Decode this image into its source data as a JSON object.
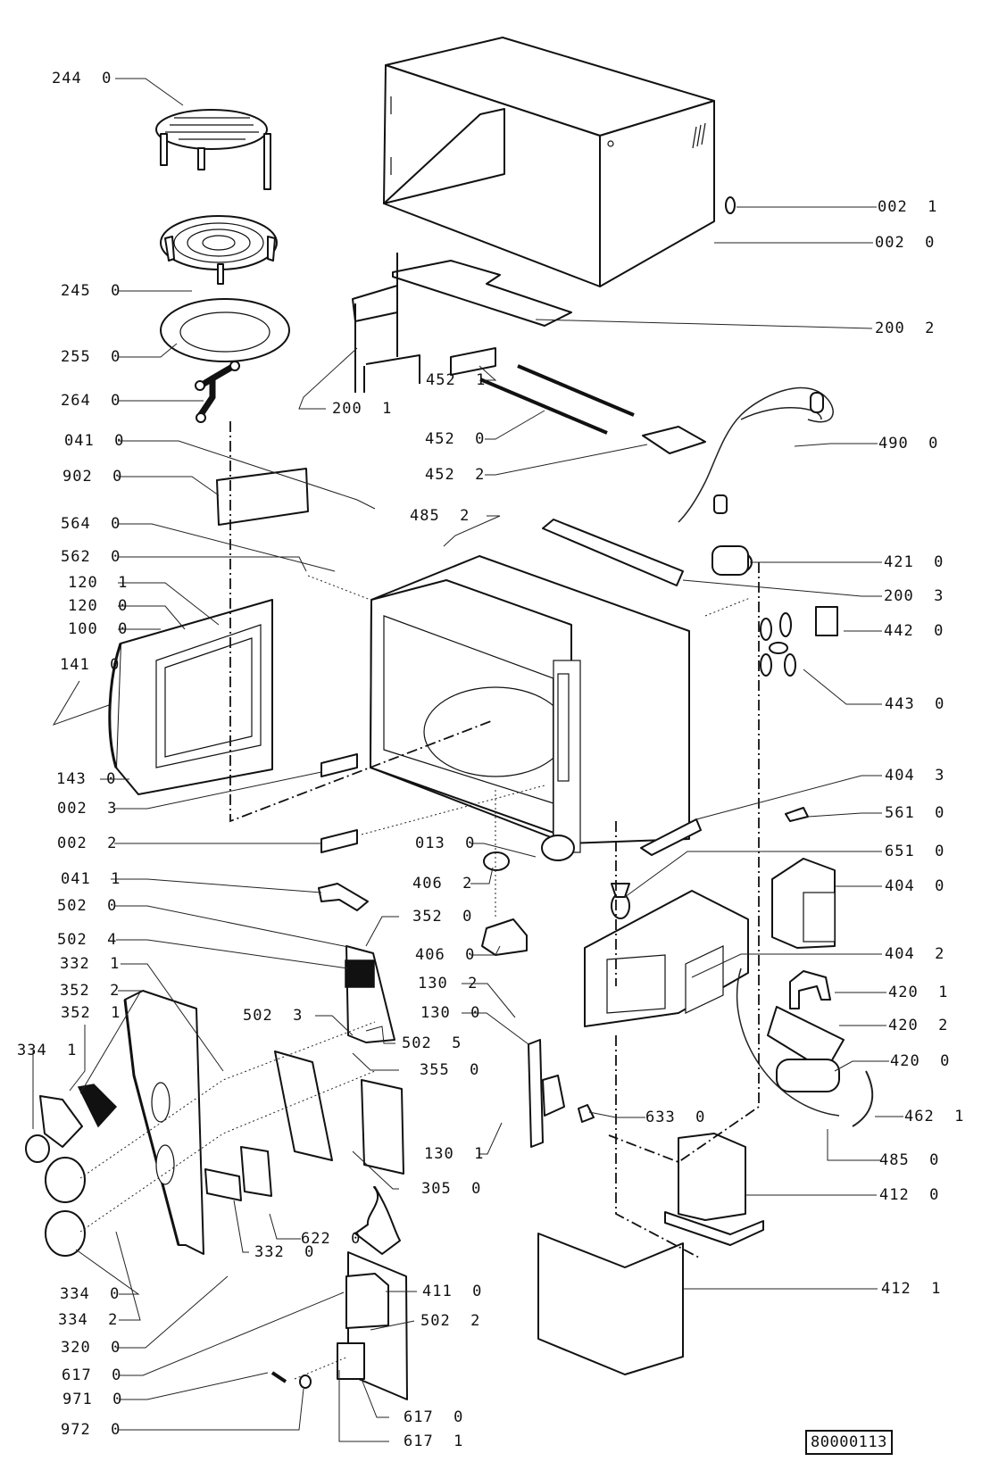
{
  "drawing": {
    "type": "exploded parts diagram",
    "subject": "microwave oven",
    "reference_number": "80000113"
  },
  "labels": [
    {
      "id": "244-0",
      "text": "244  0"
    },
    {
      "id": "245-0",
      "text": "245  0"
    },
    {
      "id": "255-0",
      "text": "255  0"
    },
    {
      "id": "264-0",
      "text": "264  0"
    },
    {
      "id": "041-0",
      "text": "041  0"
    },
    {
      "id": "902-0",
      "text": "902  0"
    },
    {
      "id": "564-0",
      "text": "564  0"
    },
    {
      "id": "562-0",
      "text": "562  0"
    },
    {
      "id": "120-1",
      "text": "120  1"
    },
    {
      "id": "120-0",
      "text": "120  0"
    },
    {
      "id": "100-0",
      "text": "100  0"
    },
    {
      "id": "141-0",
      "text": "141  0"
    },
    {
      "id": "143-0",
      "text": "143  0"
    },
    {
      "id": "002-3",
      "text": "002  3"
    },
    {
      "id": "002-2",
      "text": "002  2"
    },
    {
      "id": "041-1",
      "text": "041  1"
    },
    {
      "id": "502-0",
      "text": "502  0"
    },
    {
      "id": "502-4",
      "text": "502  4"
    },
    {
      "id": "332-1",
      "text": "332  1"
    },
    {
      "id": "352-2",
      "text": "352  2"
    },
    {
      "id": "352-1",
      "text": "352  1"
    },
    {
      "id": "334-1",
      "text": "334  1"
    },
    {
      "id": "334-0",
      "text": "334  0"
    },
    {
      "id": "334-2",
      "text": "334  2"
    },
    {
      "id": "320-0",
      "text": "320  0"
    },
    {
      "id": "617-0a",
      "text": "617  0"
    },
    {
      "id": "971-0",
      "text": "971  0"
    },
    {
      "id": "972-0",
      "text": "972  0"
    },
    {
      "id": "200-1",
      "text": "200  1"
    },
    {
      "id": "452-1",
      "text": "452  1"
    },
    {
      "id": "452-0",
      "text": "452  0"
    },
    {
      "id": "452-2",
      "text": "452  2"
    },
    {
      "id": "485-2",
      "text": "485  2"
    },
    {
      "id": "013-0",
      "text": "013  0"
    },
    {
      "id": "406-2",
      "text": "406  2"
    },
    {
      "id": "352-0",
      "text": "352  0"
    },
    {
      "id": "406-0",
      "text": "406  0"
    },
    {
      "id": "130-2",
      "text": "130  2"
    },
    {
      "id": "130-0",
      "text": "130  0"
    },
    {
      "id": "502-3",
      "text": "502  3"
    },
    {
      "id": "502-5",
      "text": "502  5"
    },
    {
      "id": "355-0",
      "text": "355  0"
    },
    {
      "id": "130-1",
      "text": "130  1"
    },
    {
      "id": "305-0",
      "text": "305  0"
    },
    {
      "id": "622-0",
      "text": "622  0"
    },
    {
      "id": "332-0",
      "text": "332  0"
    },
    {
      "id": "411-0",
      "text": "411  0"
    },
    {
      "id": "502-2",
      "text": "502  2"
    },
    {
      "id": "617-0b",
      "text": "617  0"
    },
    {
      "id": "617-1",
      "text": "617  1"
    },
    {
      "id": "633-0",
      "text": "633  0"
    },
    {
      "id": "002-1",
      "text": "002  1"
    },
    {
      "id": "002-0",
      "text": "002  0"
    },
    {
      "id": "200-2",
      "text": "200  2"
    },
    {
      "id": "490-0",
      "text": "490  0"
    },
    {
      "id": "421-0",
      "text": "421  0"
    },
    {
      "id": "200-3",
      "text": "200  3"
    },
    {
      "id": "442-0",
      "text": "442  0"
    },
    {
      "id": "443-0",
      "text": "443  0"
    },
    {
      "id": "404-3",
      "text": "404  3"
    },
    {
      "id": "561-0",
      "text": "561  0"
    },
    {
      "id": "651-0",
      "text": "651  0"
    },
    {
      "id": "404-0",
      "text": "404  0"
    },
    {
      "id": "404-2",
      "text": "404  2"
    },
    {
      "id": "420-1",
      "text": "420  1"
    },
    {
      "id": "420-2",
      "text": "420  2"
    },
    {
      "id": "420-0",
      "text": "420  0"
    },
    {
      "id": "462-1",
      "text": "462  1"
    },
    {
      "id": "485-0",
      "text": "485  0"
    },
    {
      "id": "412-0",
      "text": "412  0"
    },
    {
      "id": "412-1",
      "text": "412  1"
    }
  ]
}
